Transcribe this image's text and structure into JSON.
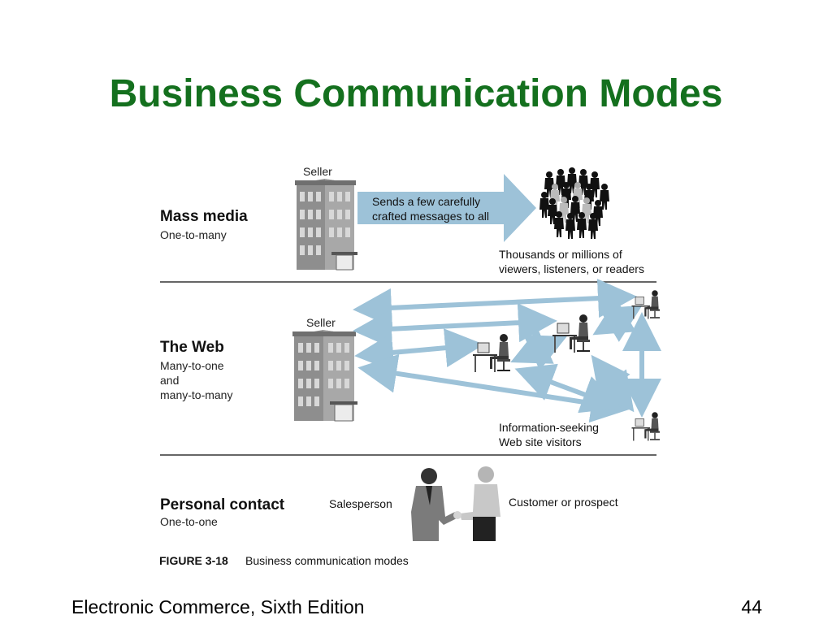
{
  "slide": {
    "title": "Business Communication Modes",
    "footer_left": "Electronic Commerce, Sixth Edition",
    "page_number": "44"
  },
  "figure": {
    "sections": [
      {
        "heading": "Mass media",
        "sub": [
          "One-to-many"
        ]
      },
      {
        "heading": "The Web",
        "sub": [
          "Many-to-one",
          "and",
          "many-to-many"
        ]
      },
      {
        "heading": "Personal contact",
        "sub": [
          "One-to-one"
        ]
      }
    ],
    "seller_label_1": "Seller",
    "seller_label_2": "Seller",
    "arrow_text": [
      "Sends a few carefully",
      "crafted messages to all"
    ],
    "crowd_caption": [
      "Thousands or millions of",
      "viewers, listeners, or readers"
    ],
    "visitors_caption": [
      "Information-seeking",
      "Web site visitors"
    ],
    "salesperson_label": "Salesperson",
    "customer_label": "Customer or prospect",
    "figure_number": "FIGURE 3-18",
    "figure_caption": "Business communication modes",
    "colors": {
      "title": "#14701e",
      "arrow": "#9dc2d8",
      "building": "#8e8e8e"
    }
  }
}
